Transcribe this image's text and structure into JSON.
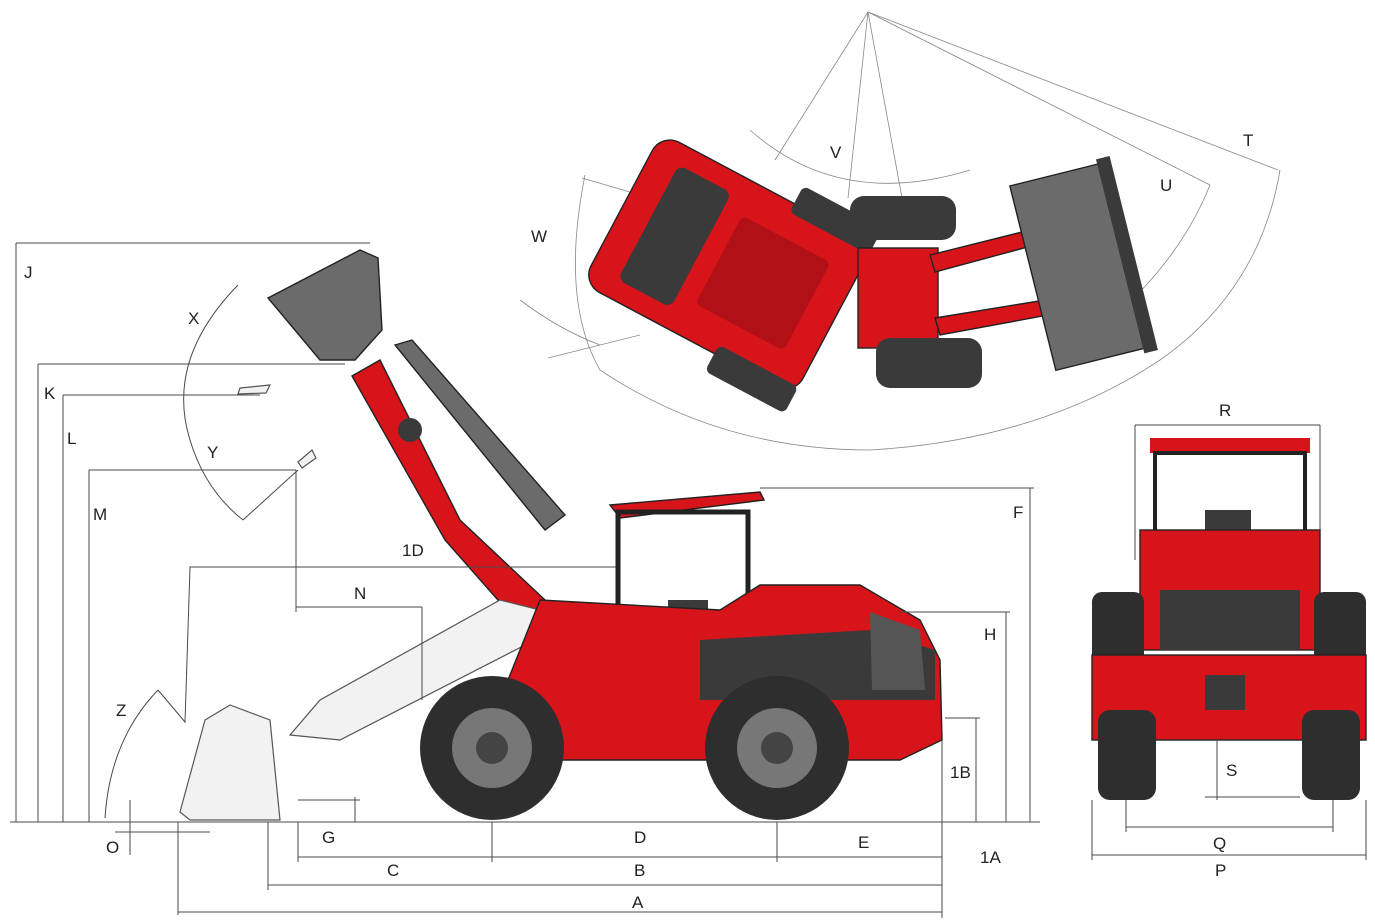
{
  "dimension_labels": {
    "A": "A",
    "B": "B",
    "C": "C",
    "D": "D",
    "E": "E",
    "F": "F",
    "G": "G",
    "H": "H",
    "J": "J",
    "K": "K",
    "L": "L",
    "M": "M",
    "N": "N",
    "O": "O",
    "P": "P",
    "Q": "Q",
    "R": "R",
    "S": "S",
    "T": "T",
    "U": "U",
    "V": "V",
    "W": "W",
    "X": "X",
    "Y": "Y",
    "Z": "Z",
    "1A": "1A",
    "1B": "1B",
    "1D": "1D"
  },
  "colors": {
    "machine_red": "#d8141b",
    "machine_dark": "#3a3a3a",
    "tire": "#2e2e2e",
    "dimension_line": "#4a4a4a"
  }
}
